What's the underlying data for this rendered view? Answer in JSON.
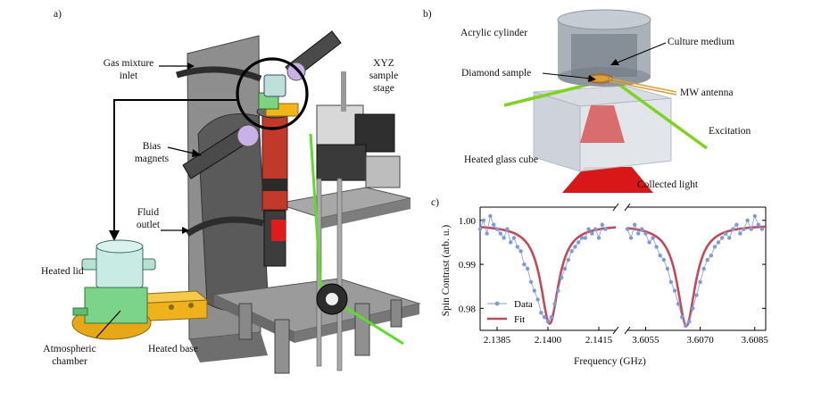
{
  "panels": {
    "a": "a)",
    "b": "b)",
    "c": "c)"
  },
  "panel_a": {
    "gas_inlet": [
      "Gas mixture",
      "inlet"
    ],
    "xyz_stage": [
      "XYZ",
      "sample",
      "stage"
    ],
    "bias_magnets": [
      "Bias",
      "magnets"
    ],
    "fluid_outlet": [
      "Fluid",
      "outlet"
    ],
    "heated_lid": "Heated lid",
    "atmospheric_chamber": [
      "Atmospheric",
      "chamber"
    ],
    "heated_base": "Heated base"
  },
  "panel_b": {
    "acrylic_cylinder": "Acrylic cylinder",
    "culture_medium": "Culture medium",
    "diamond_sample": "Diamond sample",
    "mw_antenna": "MW antenna",
    "excitation": "Excitation",
    "heated_glass_cube": "Heated glass cube",
    "collected_light": "Collected light"
  },
  "colors": {
    "data": "#7f9bd6",
    "fit": "#c24a5a",
    "laser": "#6ecb2a",
    "collected": "#d81818"
  },
  "chart_data": {
    "type": "line",
    "xlabel": "Frequency (GHz)",
    "ylabel": "Spin Contrast (arb. u.)",
    "ylim": [
      0.975,
      1.003
    ],
    "yticks": [
      0.98,
      0.99,
      1.0
    ],
    "ytick_labels": [
      "0.98",
      "0.99",
      "1.00"
    ],
    "broken_x_axis": true,
    "legend": {
      "position": "lower-left",
      "entries": [
        "Data",
        "Fit"
      ]
    },
    "segments": [
      {
        "xlim": [
          2.138,
          2.142
        ],
        "xticks": [
          2.1385,
          2.14,
          2.1415
        ],
        "xtick_labels": [
          "2.1385",
          "2.1400",
          "2.1415"
        ],
        "series": [
          {
            "name": "Data",
            "style": "markers-line",
            "x": [
              2.138,
              2.1381,
              2.1382,
              2.1383,
              2.1384,
              2.1385,
              2.1386,
              2.1387,
              2.1388,
              2.1389,
              2.139,
              2.1391,
              2.1392,
              2.1393,
              2.1394,
              2.1395,
              2.1396,
              2.1397,
              2.1398,
              2.1399,
              2.14,
              2.1401,
              2.1402,
              2.1403,
              2.1404,
              2.1405,
              2.1406,
              2.1407,
              2.1408,
              2.1409,
              2.141,
              2.1411,
              2.1412,
              2.1413,
              2.1414,
              2.1415,
              2.1416,
              2.1417
            ],
            "y": [
              0.998,
              1.0,
              0.997,
              1.001,
              0.999,
              0.998,
              0.997,
              0.996,
              0.998,
              0.995,
              0.996,
              0.994,
              0.993,
              0.99,
              0.989,
              0.986,
              0.984,
              0.982,
              0.979,
              0.978,
              0.977,
              0.978,
              0.981,
              0.984,
              0.987,
              0.989,
              0.991,
              0.993,
              0.994,
              0.995,
              0.996,
              0.996,
              0.998,
              0.997,
              0.998,
              0.996,
              0.999,
              0.998
            ]
          },
          {
            "name": "Fit",
            "style": "line",
            "center": 2.14005,
            "depth": 0.0225,
            "hwhm": 0.00032,
            "baseline": 0.999
          }
        ]
      },
      {
        "xlim": [
          3.605,
          3.6088
        ],
        "xticks": [
          3.6055,
          3.607,
          3.6085
        ],
        "xtick_labels": [
          "3.6055",
          "3.6070",
          "3.6085"
        ],
        "series": [
          {
            "name": "Data",
            "style": "markers-line",
            "x": [
              3.605,
              3.6051,
              3.6052,
              3.6053,
              3.6054,
              3.6055,
              3.6056,
              3.6057,
              3.6058,
              3.6059,
              3.606,
              3.6061,
              3.6062,
              3.6063,
              3.6064,
              3.6065,
              3.6066,
              3.6067,
              3.6068,
              3.6069,
              3.607,
              3.6071,
              3.6072,
              3.6073,
              3.6074,
              3.6075,
              3.6076,
              3.6077,
              3.6078,
              3.6079,
              3.608,
              3.6081,
              3.6082,
              3.6083,
              3.6084,
              3.6085,
              3.6086,
              3.6087
            ],
            "y": [
              0.998,
              0.996,
              0.999,
              0.997,
              0.998,
              0.997,
              0.995,
              0.996,
              0.994,
              0.992,
              0.991,
              0.989,
              0.986,
              0.984,
              0.981,
              0.978,
              0.976,
              0.977,
              0.98,
              0.983,
              0.986,
              0.989,
              0.991,
              0.992,
              0.994,
              0.995,
              0.996,
              0.997,
              0.996,
              0.998,
              0.999,
              0.997,
              0.998,
              1.0,
              0.998,
              1.001,
              0.999,
              0.998
            ]
          },
          {
            "name": "Fit",
            "style": "line",
            "center": 3.60662,
            "depth": 0.023,
            "hwhm": 0.0003,
            "baseline": 0.999
          }
        ]
      }
    ]
  }
}
